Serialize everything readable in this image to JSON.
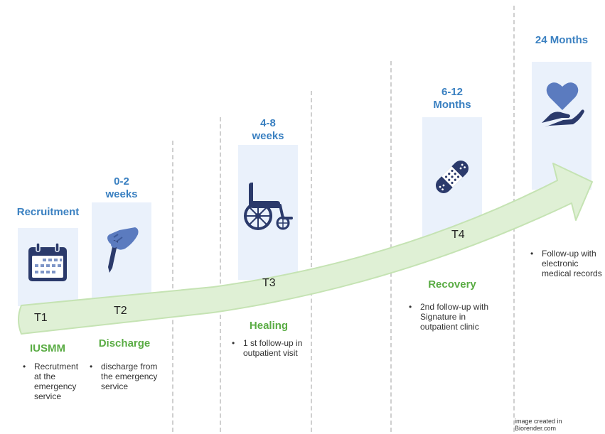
{
  "columns": [
    {
      "id": "t1",
      "period": "Recruitment",
      "time_label": "T1",
      "name": "IUSMM",
      "bullet": "Recrutment at the emergency service",
      "icon": "calendar-icon"
    },
    {
      "id": "t2",
      "period": "0-2 weeks",
      "time_label": "T2",
      "name": "Discharge",
      "bullet": "discharge from the emergency service",
      "icon": "hand-signing-pen-icon"
    },
    {
      "id": "t3",
      "period": "4-8 weeks",
      "time_label": "T3",
      "name": "Healing",
      "bullet": "1 st follow-up in outpatient visit",
      "icon": "wheelchair-icon"
    },
    {
      "id": "t4",
      "period": "6-12 Months",
      "time_label": "T4",
      "name": "Recovery",
      "bullet": "2nd follow-up with Signature in outpatient clinic",
      "icon": "bandage-icon"
    },
    {
      "id": "t5",
      "period": "24 Months",
      "time_label": "",
      "name": "",
      "bullet": "Follow-up with electronic medical records",
      "icon": "heart-in-hand-icon"
    }
  ],
  "credit": "image created in Biorender.com",
  "colors": {
    "period_blue": "#3a80c1",
    "stage_green": "#5aac44",
    "arrow_fill": "#dff0d5",
    "arrow_stroke": "#c5e3b3",
    "panel_bg": "#eaf1fb",
    "icon_navy": "#2b3a6b"
  }
}
